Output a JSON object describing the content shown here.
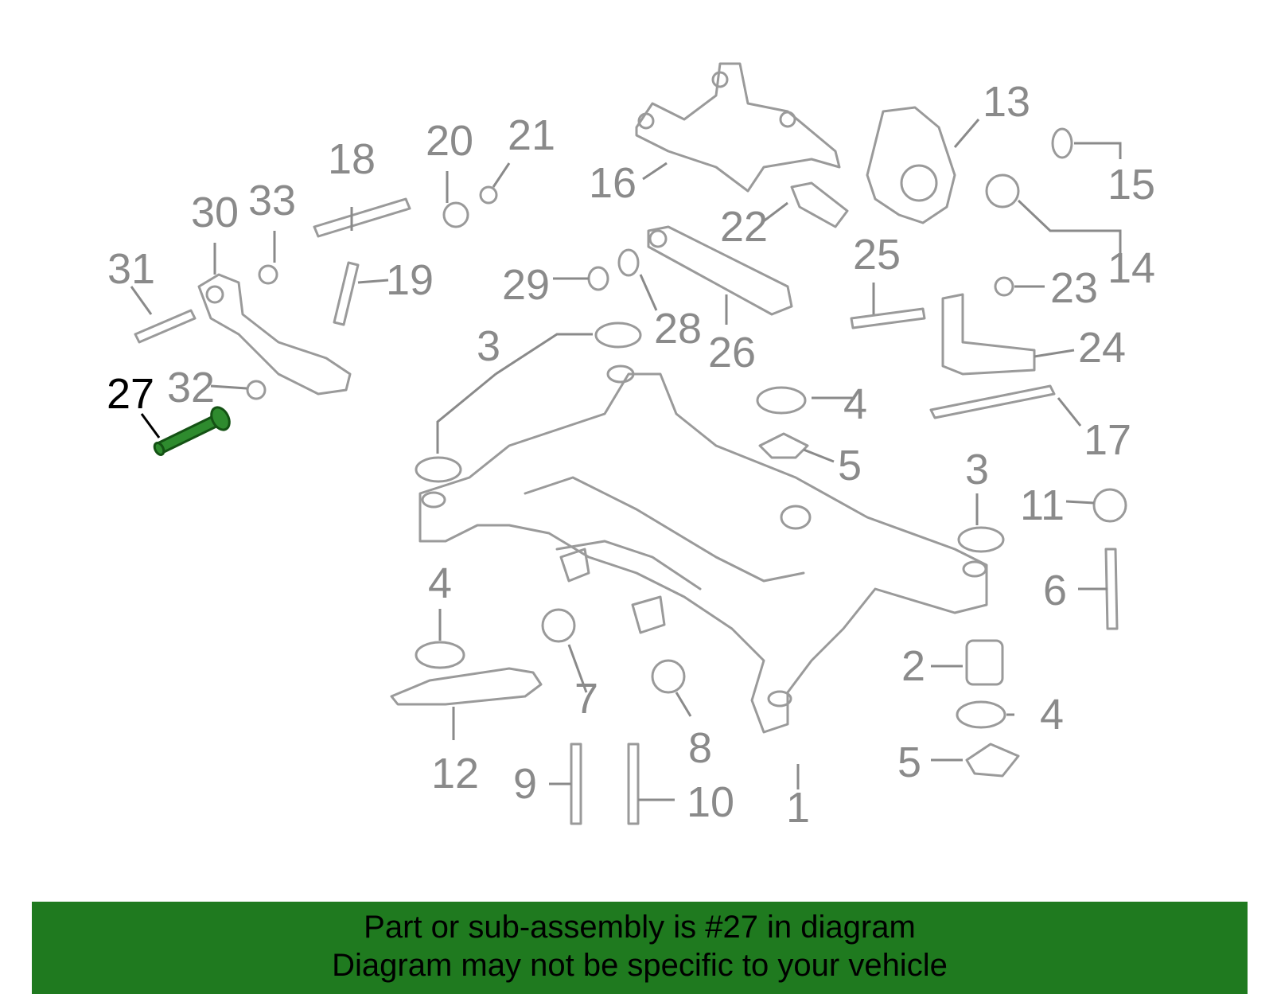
{
  "callouts": {
    "c1": "1",
    "c2": "2",
    "c3a": "3",
    "c3b": "3",
    "c4a": "4",
    "c4b": "4",
    "c4c": "4",
    "c5a": "5",
    "c5b": "5",
    "c6": "6",
    "c7": "7",
    "c8": "8",
    "c9": "9",
    "c10": "10",
    "c11": "11",
    "c12": "12",
    "c13": "13",
    "c14": "14",
    "c15": "15",
    "c16": "16",
    "c17": "17",
    "c18": "18",
    "c19": "19",
    "c20": "20",
    "c21": "21",
    "c22": "22",
    "c23": "23",
    "c24": "24",
    "c25": "25",
    "c26": "26",
    "c27": "27",
    "c28": "28",
    "c29": "29",
    "c30": "30",
    "c31": "31",
    "c32": "32",
    "c33": "33"
  },
  "highlight_part": "27",
  "colors": {
    "banner": "#1f7a1f",
    "highlight_part": "#2e8b2e",
    "line_art": "#9a9a9a",
    "callout": "#8a8a8a"
  },
  "footer": {
    "line1": "Part or sub-assembly is #27 in diagram",
    "line2": "Diagram may not be specific to your vehicle"
  }
}
